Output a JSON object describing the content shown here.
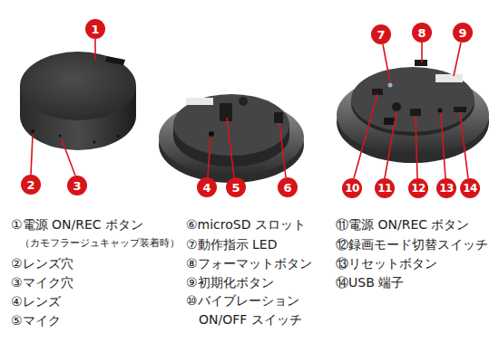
{
  "diagram": {
    "nodes": [
      {
        "text": [
          "1"
        ]
      },
      {
        "text": [
          "2"
        ]
      },
      {
        "text": [
          "3"
        ]
      },
      {
        "text": [
          "4"
        ]
      },
      {
        "text": [
          "5"
        ]
      },
      {
        "text": [
          "6"
        ]
      },
      {
        "text": [
          "7"
        ]
      },
      {
        "text": [
          "8"
        ]
      },
      {
        "text": [
          "9"
        ]
      },
      {
        "text": [
          "10"
        ]
      },
      {
        "text": [
          "11"
        ]
      },
      {
        "text": [
          "12"
        ]
      },
      {
        "text": [
          "13"
        ]
      },
      {
        "text": [
          "14"
        ]
      }
    ],
    "labels": [
      "①電源 ON/REC ボタン",
      "（カモフラージュキャップ装着時）",
      "②レンズ穴",
      "③マイク穴",
      "④レンズ",
      "⑤マイク",
      "⑥microSD スロット",
      "⑦動作指示 LED",
      "⑧フォーマットボタン",
      "⑨初期化ボタン",
      "⑩バイブレーション ON/OFF スイッチ",
      "⑪電源 ON/REC ボタン",
      "⑫録画モード切替スイッチ",
      "⑬リセットボタン",
      "⑭USB 端子"
    ]
  }
}
